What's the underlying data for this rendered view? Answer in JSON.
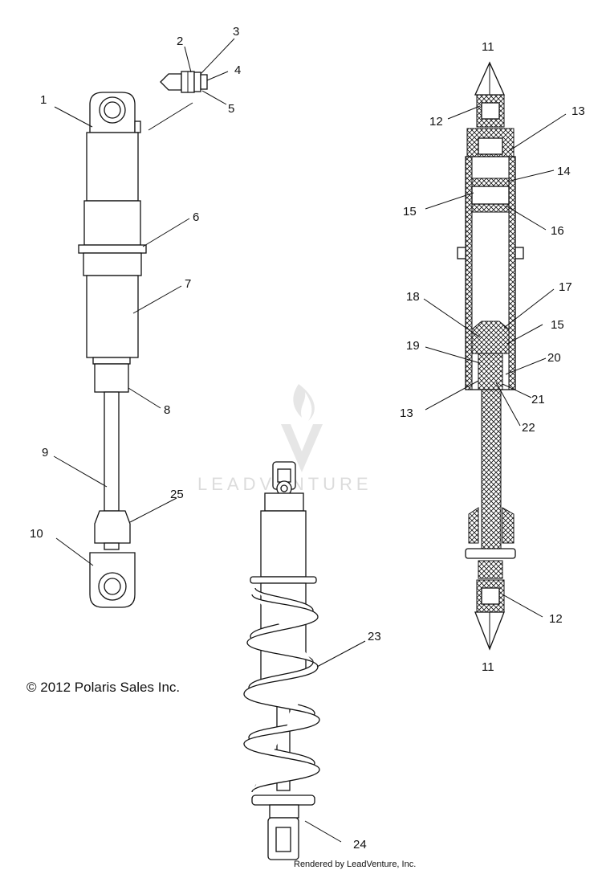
{
  "diagram": {
    "copyright": "© 2012 Polaris Sales Inc.",
    "rendered_by": "Rendered by LeadVenture, Inc.",
    "watermark": "LEADVENTURE",
    "callouts": {
      "c1": "1",
      "c2": "2",
      "c3": "3",
      "c4": "4",
      "c5": "5",
      "c6": "6",
      "c7": "7",
      "c8": "8",
      "c9": "9",
      "c10": "10",
      "c25": "25",
      "c11a": "11",
      "c11b": "11",
      "c12a": "12",
      "c12b": "12",
      "c13a": "13",
      "c13b": "13",
      "c14": "14",
      "c15a": "15",
      "c15b": "15",
      "c16": "16",
      "c17": "17",
      "c18": "18",
      "c19": "19",
      "c20": "20",
      "c21": "21",
      "c22": "22",
      "c23": "23",
      "c24": "24"
    }
  }
}
